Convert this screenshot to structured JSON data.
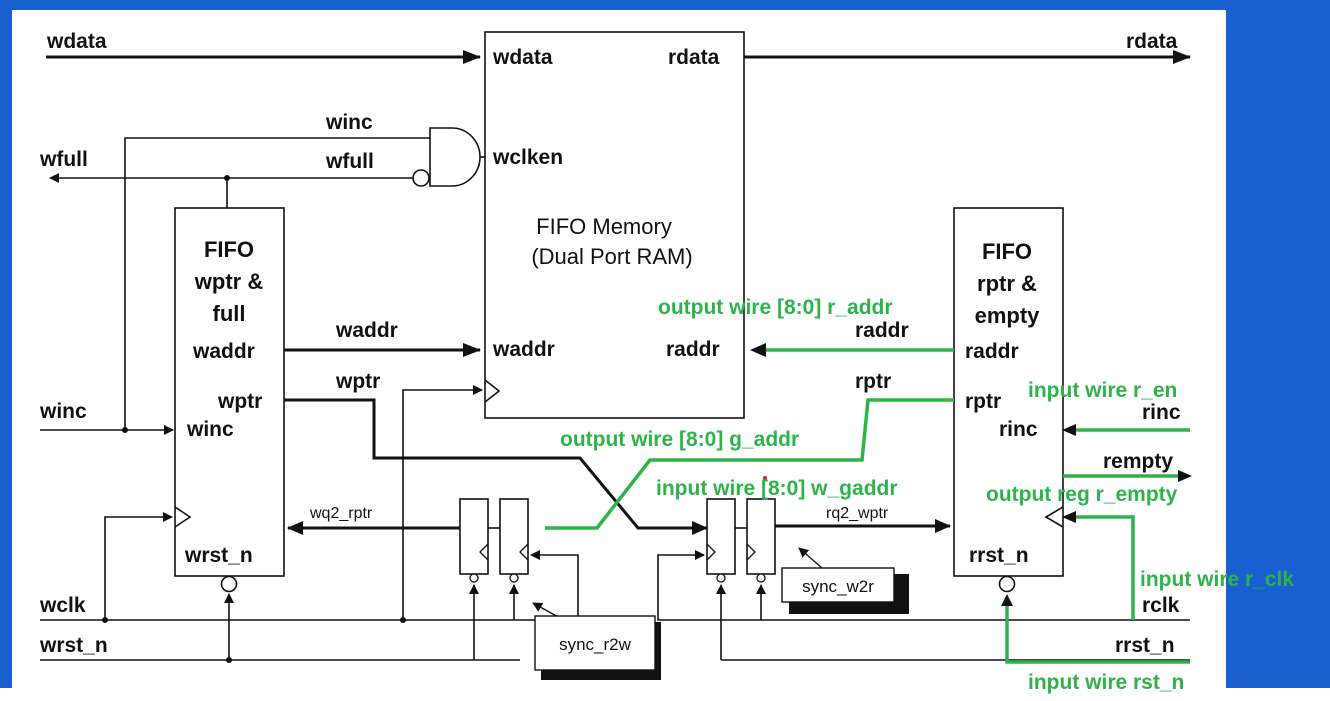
{
  "diagram": {
    "ports": {
      "wdata": "wdata",
      "rdata": "rdata",
      "wfull": "wfull",
      "winc": "winc",
      "wclk": "wclk",
      "wrst_n": "wrst_n",
      "rinc": "rinc",
      "rempty": "rempty",
      "rclk": "rclk",
      "rrst_n": "rrst_n"
    },
    "memory": {
      "title_line1": "FIFO Memory",
      "title_line2": "(Dual Port RAM)",
      "pin_wdata": "wdata",
      "pin_rdata": "rdata",
      "pin_wclken": "wclken",
      "pin_waddr": "waddr",
      "pin_raddr": "raddr"
    },
    "write_block": {
      "title_line1": "FIFO",
      "title_line2": "wptr &",
      "title_line3": "full",
      "pin_waddr": "waddr",
      "pin_wptr": "wptr",
      "pin_winc": "winc",
      "pin_wrst_n": "wrst_n"
    },
    "read_block": {
      "title_line1": "FIFO",
      "title_line2": "rptr &",
      "title_line3": "empty",
      "pin_raddr": "raddr",
      "pin_rptr": "rptr",
      "pin_rinc": "rinc",
      "pin_rrst_n": "rrst_n"
    },
    "signals": {
      "winc": "winc",
      "wfull": "wfull",
      "waddr": "waddr",
      "wptr": "wptr",
      "raddr": "raddr",
      "rptr": "rptr",
      "wq2_rptr": "wq2_rptr",
      "rq2_wptr": "rq2_wptr"
    },
    "sync": {
      "r2w": "sync_r2w",
      "w2r": "sync_w2r"
    },
    "annotations": {
      "r_addr": "output wire [8:0] r_addr",
      "g_addr": "output wire [8:0] g_addr",
      "w_gaddr": "input wire [8:0] w_gaddr",
      "r_en": "input wire r_en",
      "r_empty": "output reg r_empty",
      "r_clk": "input wire r_clk",
      "rst_n": "input wire rst_n"
    },
    "colors": {
      "annotation": "#2db34a",
      "frame": "#1a5fd0",
      "ink": "#111111"
    }
  }
}
